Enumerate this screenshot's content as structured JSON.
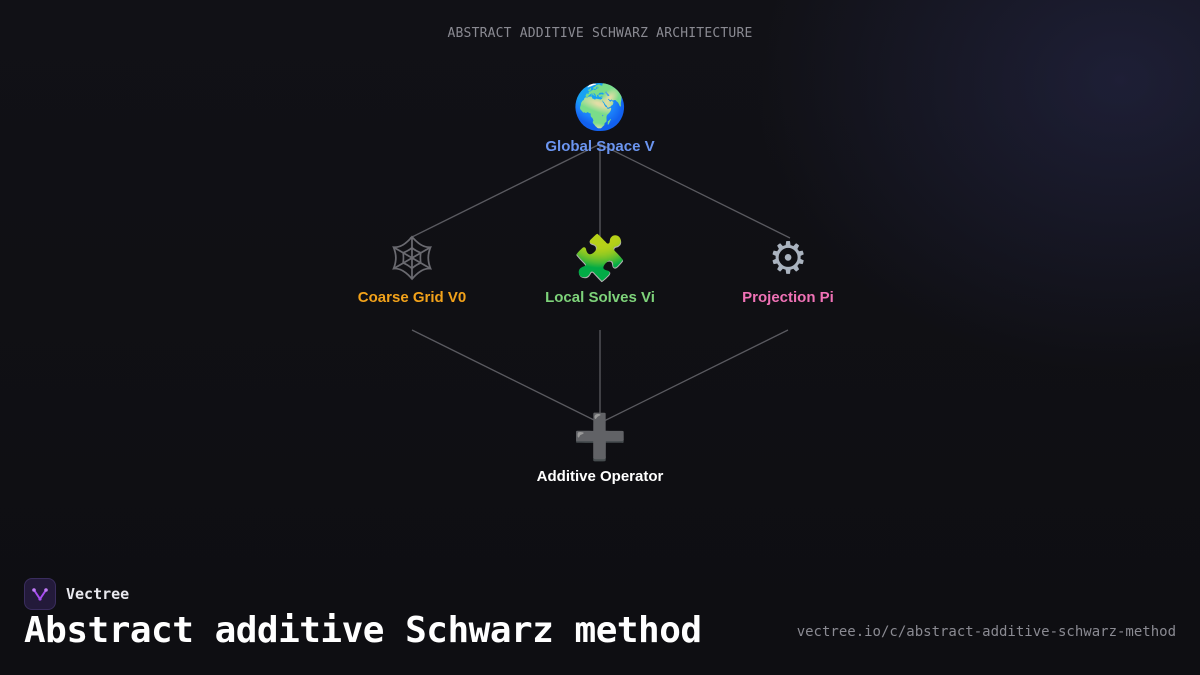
{
  "diagram": {
    "title": "ABSTRACT ADDITIVE SCHWARZ ARCHITECTURE",
    "edge_color": "#5a5a60",
    "nodes": {
      "global_space": {
        "label": "Global Space V",
        "icon": "globe-icon",
        "glyph": "🌍",
        "color": "#6b95f0"
      },
      "coarse_grid": {
        "label": "Coarse Grid V0",
        "icon": "spider-web-icon",
        "glyph": "🕸",
        "color": "#f2a21a"
      },
      "local_solves": {
        "label": "Local Solves Vi",
        "icon": "puzzle-piece-icon",
        "glyph": "🧩",
        "color": "#7ed37a"
      },
      "projection": {
        "label": "Projection Pi",
        "icon": "gear-icon",
        "glyph": "⚙",
        "color": "#f072b6"
      },
      "additive_operator": {
        "label": "Additive Operator",
        "icon": "plus-icon",
        "glyph": "➕",
        "color": "#ffffff"
      }
    },
    "edges": [
      {
        "from": "Global Space V",
        "to": "Coarse Grid V0"
      },
      {
        "from": "Global Space V",
        "to": "Local Solves Vi"
      },
      {
        "from": "Global Space V",
        "to": "Projection Pi"
      },
      {
        "from": "Coarse Grid V0",
        "to": "Additive Operator"
      },
      {
        "from": "Local Solves Vi",
        "to": "Additive Operator"
      },
      {
        "from": "Projection Pi",
        "to": "Additive Operator"
      }
    ]
  },
  "footer": {
    "brand_name": "Vectree",
    "brand_logo_icon": "vectree-logo-icon",
    "brand_color": "#a64cf0",
    "heading": "Abstract additive Schwarz method",
    "url": "vectree.io/c/abstract-additive-schwarz-method"
  }
}
